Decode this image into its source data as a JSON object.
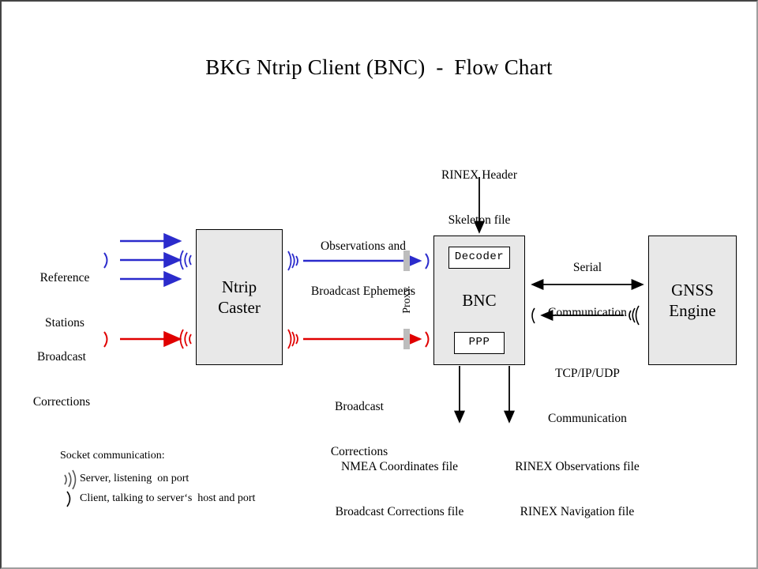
{
  "title": "BKG Ntrip Client (BNC)  -  Flow Chart",
  "colors": {
    "observation_blue": "#2b2bcc",
    "corrections_red": "#e00000",
    "node_fill": "#e8e8e8",
    "proxy_gray": "#bdbdbd",
    "frame_dark": "#444444",
    "frame_light": "#9e9e9e"
  },
  "nodes": {
    "ntrip_caster": {
      "line1": "Ntrip",
      "line2": "Caster"
    },
    "bnc": {
      "label": "BNC",
      "decoder": "Decoder",
      "ppp": "PPP"
    },
    "gnss_engine": {
      "line1": "GNSS",
      "line2": "Engine"
    }
  },
  "labels": {
    "reference_stations": {
      "line1": "Reference",
      "line2": "Stations"
    },
    "broadcast_corrections_src": {
      "line1": "Broadcast",
      "line2": "Corrections"
    },
    "observations_ephemeris": {
      "line1": "Observations and",
      "line2": "Broadcast Ephemeris"
    },
    "broadcast_corrections_flow": {
      "line1": "Broadcast",
      "line2": "Corrections"
    },
    "rinex_header": {
      "line1": "RINEX Header",
      "line2": "Skeleton file"
    },
    "serial_communication": {
      "line1": "Serial",
      "line2": "Communication"
    },
    "tcpip_communication": {
      "line1": "TCP/IP/UDP",
      "line2": "Communication"
    },
    "proxy": "Proxy",
    "nmea_output": {
      "line1": "NMEA Coordinates file",
      "line2": "Broadcast Corrections file"
    },
    "rinex_output": {
      "line1": "RINEX Observations file",
      "line2": "RINEX Navigation file"
    }
  },
  "legend": {
    "title": "Socket communication:",
    "items": [
      {
        "icon": "server-wifi-icon",
        "text": "Server, listening  on port"
      },
      {
        "icon": "client-arc-icon",
        "text": "Client, talking to server‘s  host and port"
      }
    ]
  }
}
